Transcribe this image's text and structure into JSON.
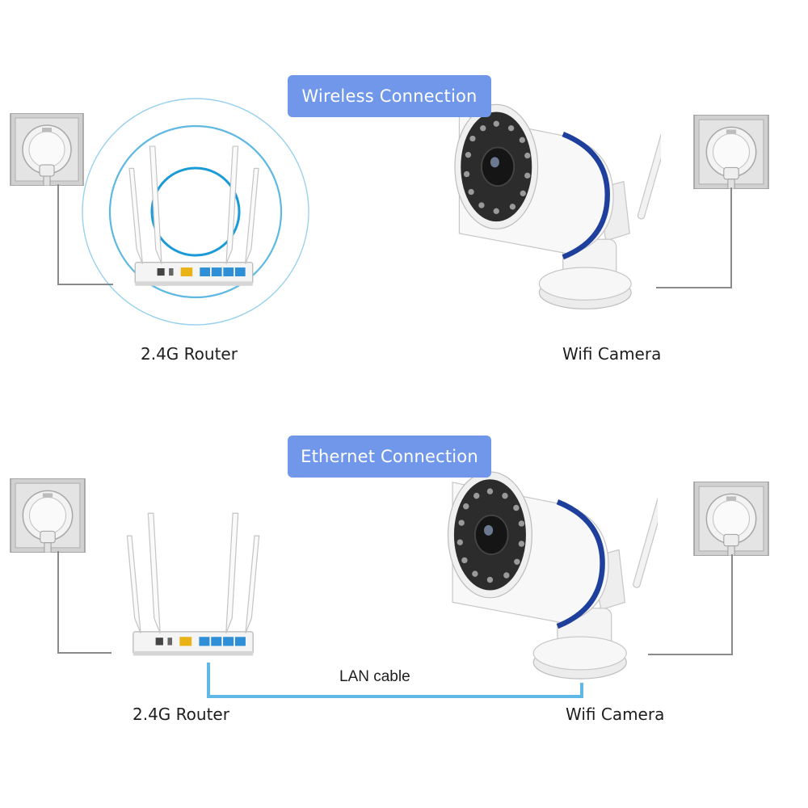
{
  "wireless": {
    "title": "Wireless Connection",
    "router_label": "2.4G Router",
    "camera_label": "Wifi Camera"
  },
  "ethernet": {
    "title": "Ethernet Connection",
    "router_label": "2.4G Router",
    "camera_label": "Wifi Camera",
    "cable_label": "LAN cable"
  },
  "colors": {
    "banner": "#7097ea",
    "signal": "#1a9ad6",
    "lan_cable": "#5fb8e6",
    "camera_accent": "#1f3f9c",
    "power_cable": "#8a8a8a"
  }
}
